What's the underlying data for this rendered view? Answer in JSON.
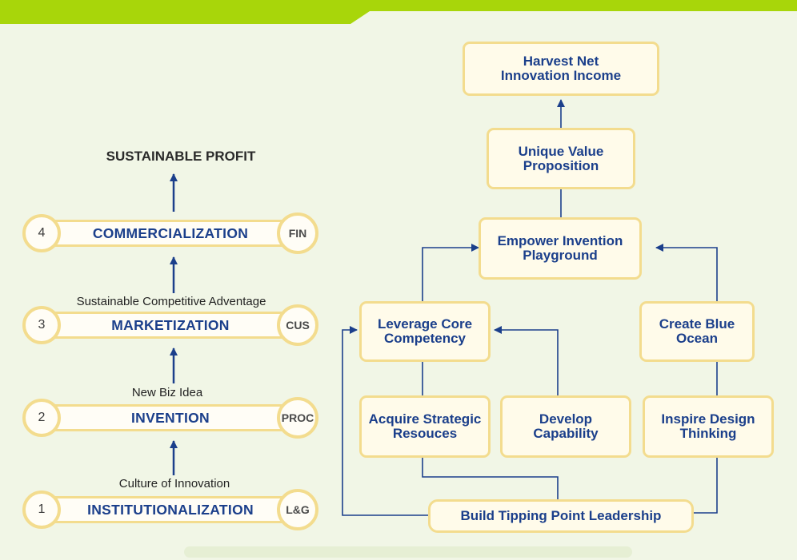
{
  "colors": {
    "accent": "#a8d60a",
    "box_border": "#f3dc8e",
    "text_blue": "#1b3f8b",
    "arrow": "#1b3f8b"
  },
  "left": {
    "top_title": "SUSTAINABLE PROFIT",
    "stages": [
      {
        "num": "4",
        "label": "COMMERCIALIZATION",
        "tag": "FIN"
      },
      {
        "num": "3",
        "label": "MARKETIZATION",
        "tag": "CUS"
      },
      {
        "num": "2",
        "label": "INVENTION",
        "tag": "PROC"
      },
      {
        "num": "1",
        "label": "INSTITUTIONALIZATION",
        "tag": "L&G"
      }
    ],
    "captions": [
      "Sustainable Competitive Adventage",
      "New Biz Idea",
      "Culture of Innovation"
    ]
  },
  "right": {
    "harvest": "Harvest Net\nInnovation Income",
    "unique": "Unique Value\nProposition",
    "empower": "Empower Invention\nPlayground",
    "leverage": "Leverage Core\nCompetency",
    "create": "Create Blue\nOcean",
    "acquire": "Acquire Strategic\nResouces",
    "develop": "Develop\nCapability",
    "inspire": "Inspire Design\nThinking",
    "build": "Build Tipping Point Leadership"
  }
}
